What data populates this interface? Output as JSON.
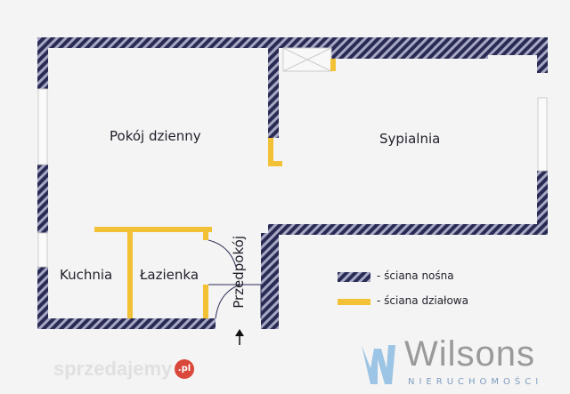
{
  "rooms": {
    "living_room": "Pokój dzienny",
    "bedroom": "Sypialnia",
    "kitchen": "Kuchnia",
    "bathroom": "Łazienka",
    "hallway": "Przedpokój"
  },
  "legend": {
    "load_bearing": "- ściana nośna",
    "partition": "- ściana działowa"
  },
  "logo": {
    "name": "Wilsons",
    "subtitle": "NIERUCHOMOŚCI",
    "watermark": "sprzedajemy",
    "watermark_tld": ".pl"
  },
  "colors": {
    "load_bearing_wall": "#2a2b55",
    "partition_wall": "#f3c136",
    "background": "#f4f4f4"
  },
  "icons": {
    "entrance": "arrow-up-icon"
  }
}
